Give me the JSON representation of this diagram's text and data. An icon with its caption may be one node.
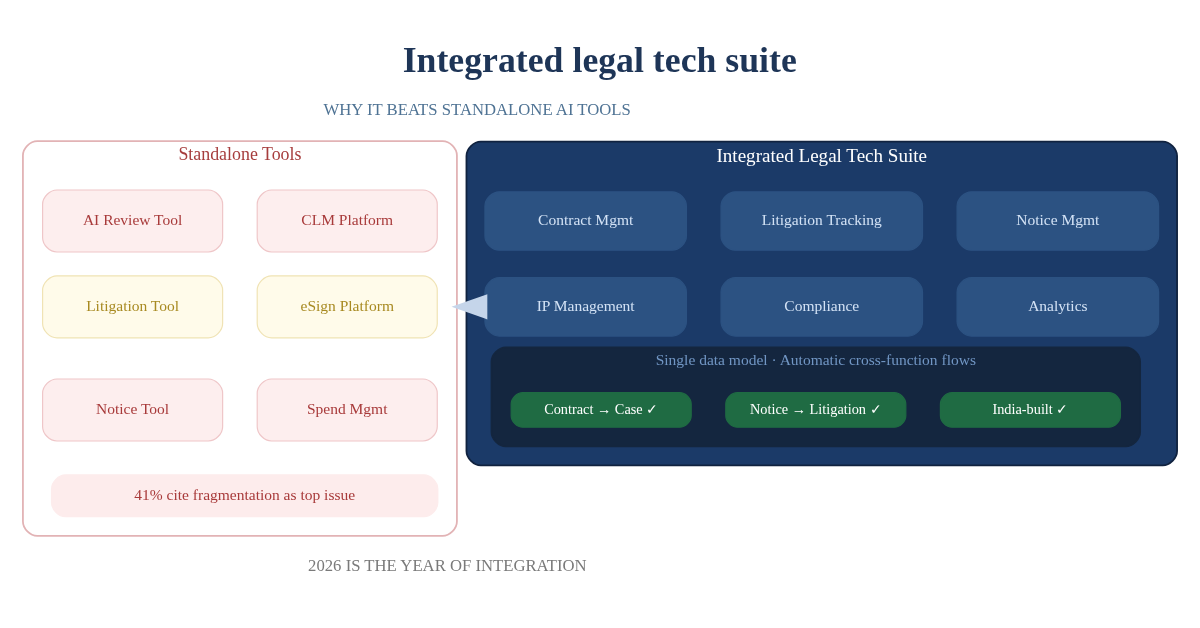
{
  "diagram": {
    "title": "Integrated legal tech suite",
    "nodes": [
      {
        "text": [
          "Standalone Tools"
        ]
      },
      {
        "text": [
          "AI Review Tool"
        ],
        "in": 0
      },
      {
        "text": [
          "CLM Platform"
        ],
        "in": 0
      },
      {
        "text": [
          "Litigation Tool"
        ],
        "in": 0
      },
      {
        "text": [
          "eSign Platform"
        ],
        "in": 0
      },
      {
        "text": [
          "Notice Tool"
        ],
        "in": 0
      },
      {
        "text": [
          "Spend Mgmt"
        ],
        "in": 0
      },
      {
        "text": [
          "41% cite fragmentation as top issue"
        ],
        "in": 0
      },
      {
        "text": [
          "Integrated Legal Tech Suite"
        ]
      },
      {
        "text": [
          "Contract Mgmt"
        ],
        "in": 8
      },
      {
        "text": [
          "Litigation Tracking"
        ],
        "in": 8
      },
      {
        "text": [
          "Notice Mgmt"
        ],
        "in": 8
      },
      {
        "text": [
          "IP Management"
        ],
        "in": 8
      },
      {
        "text": [
          "Compliance"
        ],
        "in": 8
      },
      {
        "text": [
          "Analytics"
        ],
        "in": 8
      },
      {
        "text": [
          "Single data model · Automatic cross-function flows"
        ],
        "in": 8
      },
      {
        "text": [
          "Contract → Case ✓"
        ],
        "in": 15
      },
      {
        "text": [
          "Notice → Litigation ✓"
        ],
        "in": 15
      },
      {
        "text": [
          "India-built ✓"
        ],
        "in": 15
      }
    ],
    "edges": [
      {
        "from": 8,
        "to": 0,
        "arrow": "to"
      }
    ],
    "labels": [
      "WHY IT BEATS STANDALONE AI TOOLS",
      "2026 IS THE YEAR OF INTEGRATION"
    ]
  }
}
